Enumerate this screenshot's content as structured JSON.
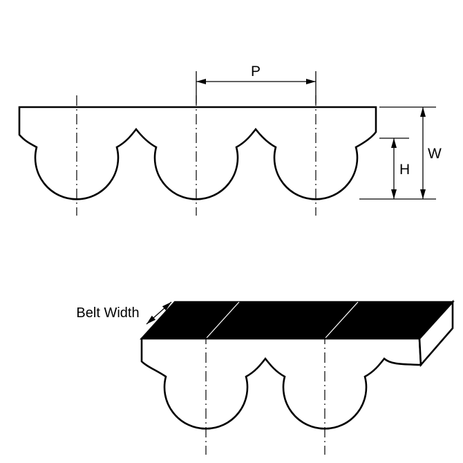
{
  "drawing": {
    "labels": {
      "pitch": "P",
      "width": "W",
      "height": "H",
      "belt_width": "Belt Width"
    },
    "colors": {
      "line": "#000000",
      "belt_fill": "#ffffff",
      "belt_top_surface": "#000000",
      "background": "#ffffff"
    }
  }
}
